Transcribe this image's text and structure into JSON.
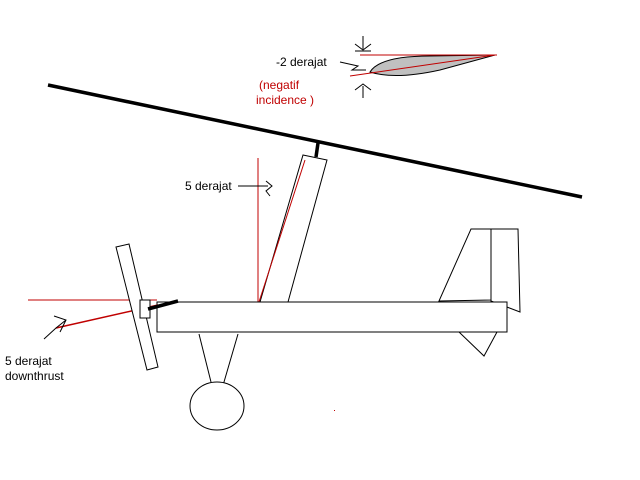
{
  "labels": {
    "incidence_angle": "-2 derajat",
    "incidence_note_line1": "(negatif",
    "incidence_note_line2": "incidence )",
    "mast_tilt": "5 derajat",
    "downthrust_line1": "5 derajat",
    "downthrust_line2": "downthrust"
  },
  "colors": {
    "outline": "#000000",
    "reference_line": "#c00000",
    "airfoil_fill": "#c0c0c0",
    "background": "#ffffff"
  }
}
